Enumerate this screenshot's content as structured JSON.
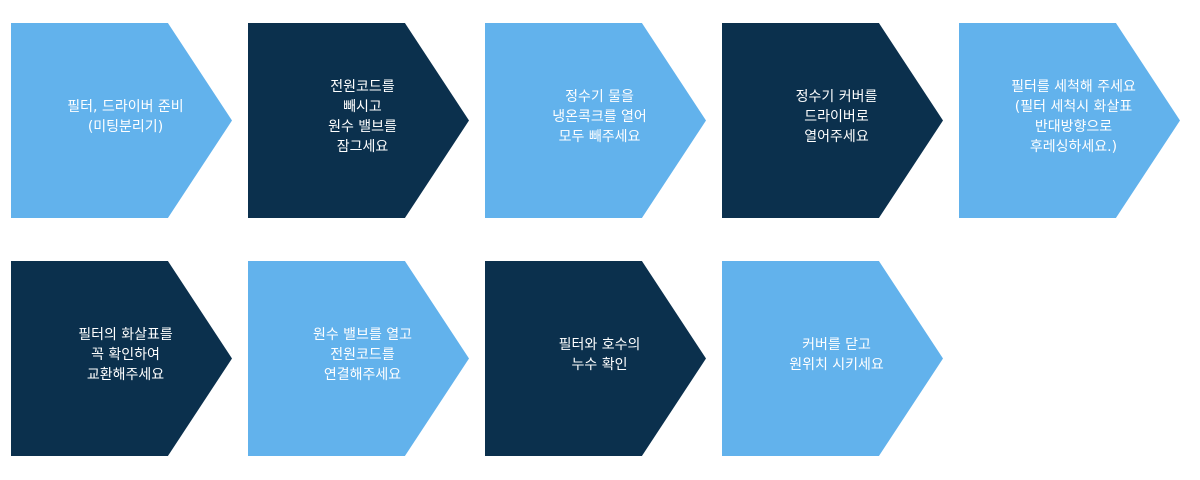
{
  "steps": [
    {
      "lines": [
        "필터, 드라이버 준비",
        "(미팅분리기)"
      ],
      "color": "#62b2ec"
    },
    {
      "lines": [
        "전원코드를",
        "빼시고",
        "원수 밸브를",
        "잠그세요"
      ],
      "color": "#0b304d"
    },
    {
      "lines": [
        "정수기 물을",
        "냉온콕크를 열어",
        "모두 빼주세요"
      ],
      "color": "#62b2ec"
    },
    {
      "lines": [
        "정수기 커버를",
        "드라이버로",
        "열어주세요"
      ],
      "color": "#0b304d"
    },
    {
      "lines": [
        "필터를 세척해 주세요",
        "(필터 세척시 화살표",
        "반대방향으로",
        "후레싱하세요.)"
      ],
      "color": "#62b2ec"
    },
    {
      "lines": [
        "필터의 화살표를",
        "꼭 확인하여",
        "교환해주세요"
      ],
      "color": "#0b304d"
    },
    {
      "lines": [
        "원수 밸브를 열고",
        "전원코드를",
        "연결해주세요"
      ],
      "color": "#62b2ec"
    },
    {
      "lines": [
        "필터와 호수의",
        "누수 확인"
      ],
      "color": "#0b304d"
    },
    {
      "lines": [
        "커버를 닫고",
        "원위치 시키세요"
      ],
      "color": "#62b2ec"
    }
  ]
}
